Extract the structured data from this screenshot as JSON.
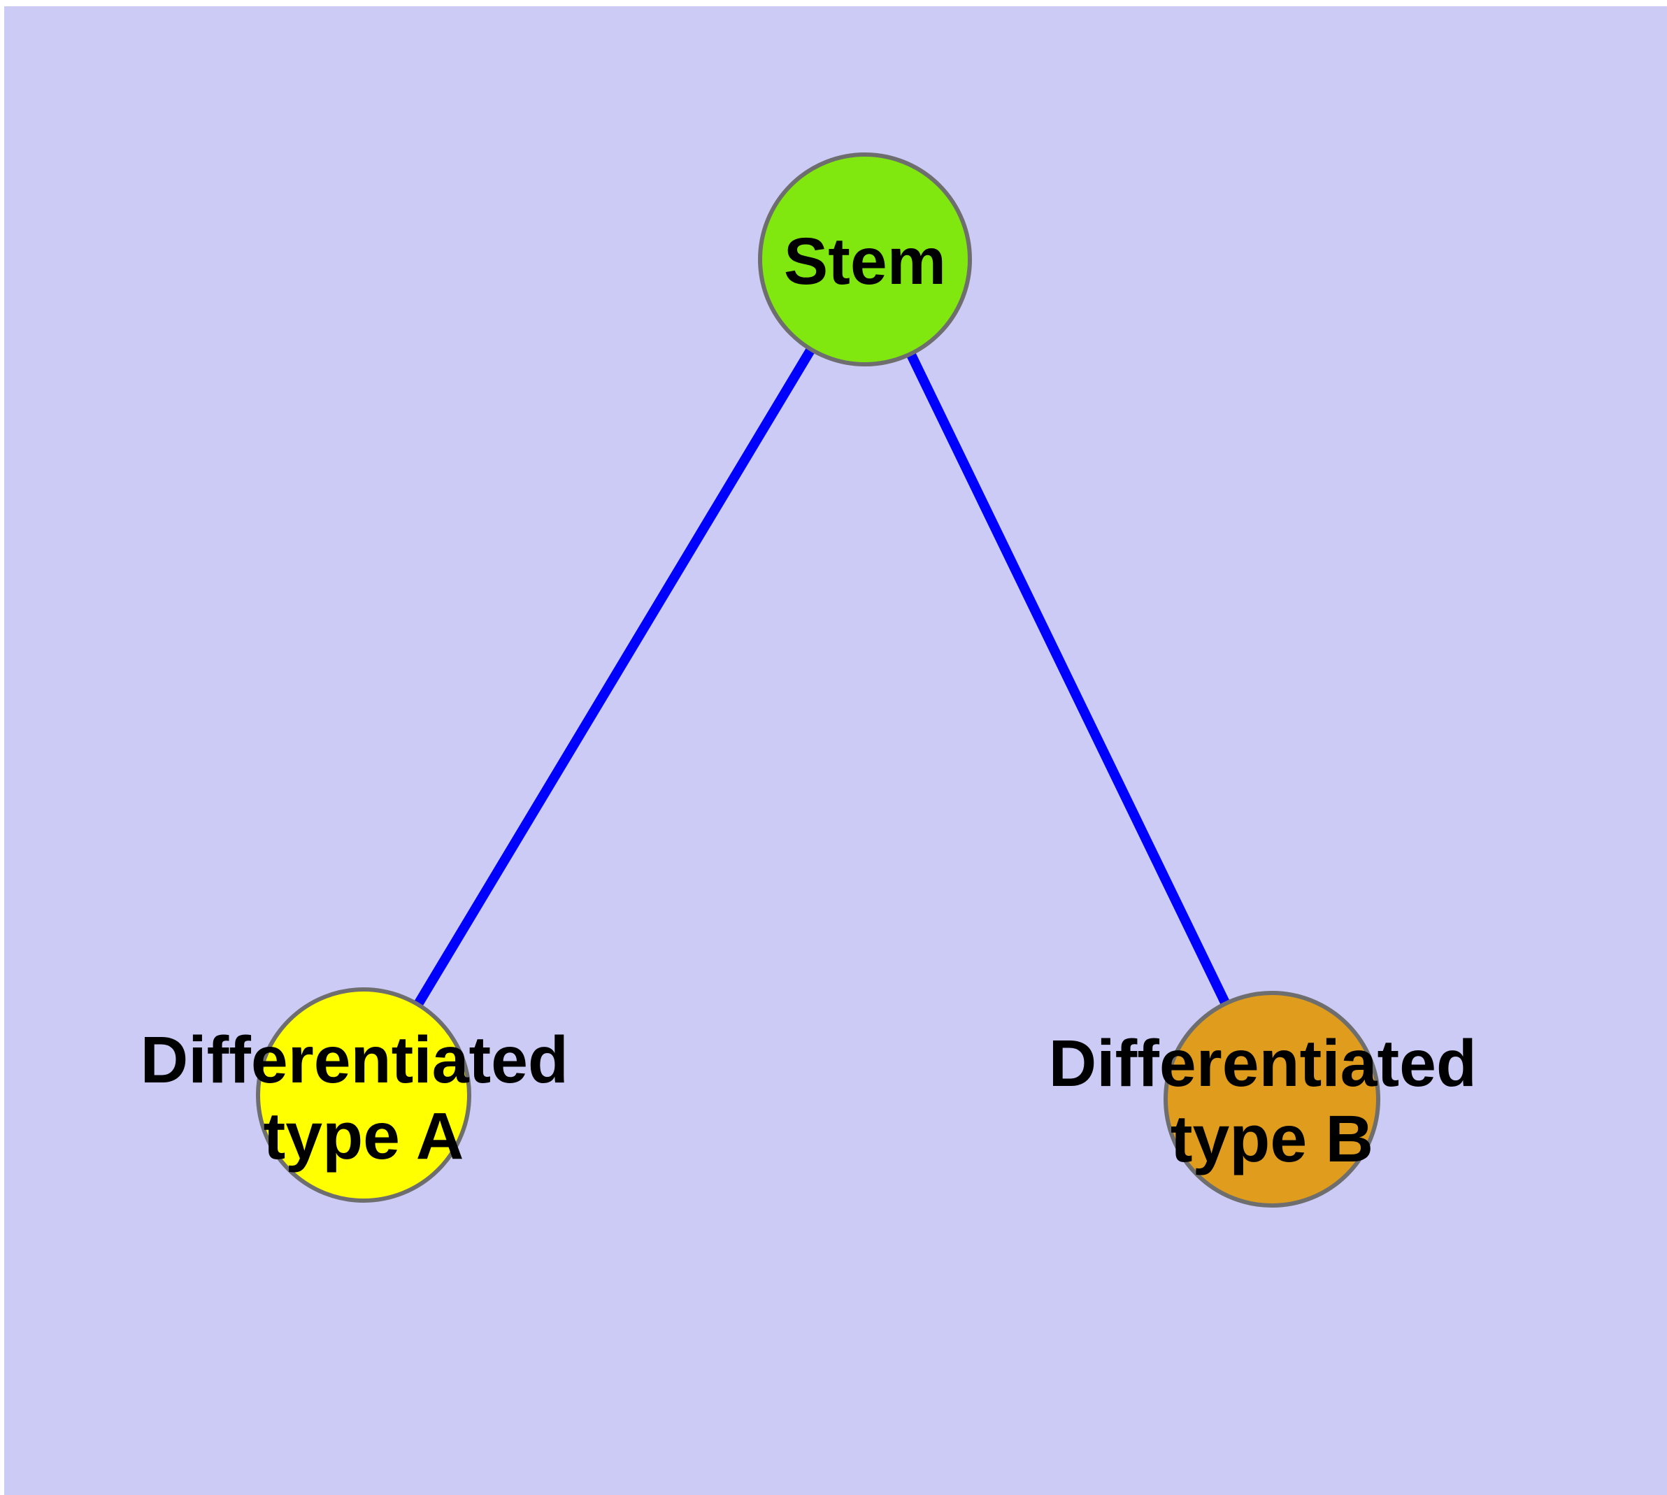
{
  "diagram": {
    "type": "node-link-graph",
    "background_color": "#CBCBF5",
    "margin_color": "#FFFFFF",
    "edge_color": "#0000FF",
    "node_border_color": "#6E6E6E",
    "label_color": "#000000",
    "nodes": [
      {
        "id": "stem",
        "label": "Stem",
        "label_lines": [
          "Stem"
        ],
        "fill": "#80E80E"
      },
      {
        "id": "differentiated-type-a",
        "label": "Differentiated type A",
        "label_lines": [
          "Differentiated",
          "type A"
        ],
        "fill": "#FFFF00"
      },
      {
        "id": "differentiated-type-b",
        "label": "Differentiated type B",
        "label_lines": [
          "Differentiated",
          "type B"
        ],
        "fill": "#E09C1C"
      }
    ],
    "edges": [
      {
        "from": "Stem",
        "to": "Differentiated type A"
      },
      {
        "from": "Stem",
        "to": "Differentiated type B"
      }
    ]
  }
}
